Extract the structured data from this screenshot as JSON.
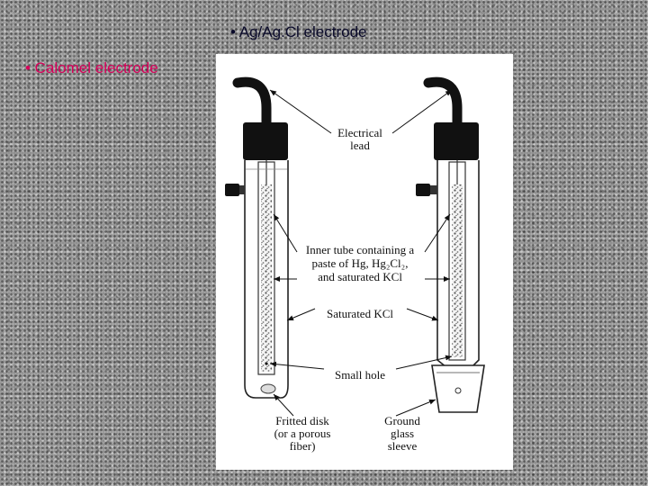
{
  "slide": {
    "title_right": "• Ag/Ag.Cl electrode",
    "title_left": "• Calomel electrode"
  },
  "diagram": {
    "labels": {
      "lead_1": "Electrical",
      "lead_2": "lead",
      "inner_1": "Inner tube containing a",
      "inner_2": "paste of Hg, Hg₂Cl₂,",
      "inner_3": "and saturated KCl",
      "saturated": "Saturated KCl",
      "hole": "Small hole",
      "fritted_1": "Fritted disk",
      "fritted_2": "(or a porous",
      "fritted_3": "fiber)",
      "ground_1": "Ground",
      "ground_2": "glass",
      "ground_3": "sleeve"
    }
  }
}
